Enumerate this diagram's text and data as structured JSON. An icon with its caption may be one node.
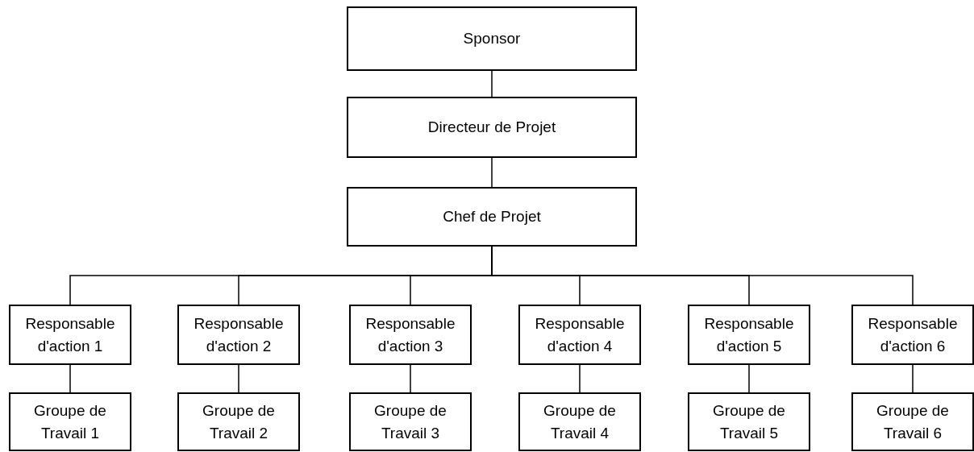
{
  "diagram": {
    "nodes": [
      {
        "text": [
          "Sponsor"
        ]
      },
      {
        "text": [
          "Directeur de Projet"
        ]
      },
      {
        "text": [
          "Chef de Projet"
        ]
      },
      {
        "text": [
          "Responsable d'action 1"
        ]
      },
      {
        "text": [
          "Responsable d'action 2"
        ]
      },
      {
        "text": [
          "Responsable d'action 3"
        ]
      },
      {
        "text": [
          "Responsable d'action 4"
        ]
      },
      {
        "text": [
          "Responsable d'action 5"
        ]
      },
      {
        "text": [
          "Responsable d'action 6"
        ]
      },
      {
        "text": [
          "Groupe de Travail 1"
        ]
      },
      {
        "text": [
          "Groupe de Travail 2"
        ]
      },
      {
        "text": [
          "Groupe de Travail 3"
        ]
      },
      {
        "text": [
          "Groupe de Travail 4"
        ]
      },
      {
        "text": [
          "Groupe de Travail 5"
        ]
      },
      {
        "text": [
          "Groupe de Travail 6"
        ]
      }
    ],
    "edges": [
      {
        "from": 0,
        "to": 1,
        "arrow": "none"
      },
      {
        "from": 1,
        "to": 2,
        "arrow": "none"
      },
      {
        "from": 2,
        "to": 3,
        "arrow": "none"
      },
      {
        "from": 2,
        "to": 4,
        "arrow": "none"
      },
      {
        "from": 2,
        "to": 5,
        "arrow": "none"
      },
      {
        "from": 2,
        "to": 6,
        "arrow": "none"
      },
      {
        "from": 2,
        "to": 7,
        "arrow": "none"
      },
      {
        "from": 2,
        "to": 8,
        "arrow": "none"
      },
      {
        "from": 3,
        "to": 9,
        "arrow": "none"
      },
      {
        "from": 4,
        "to": 10,
        "arrow": "none"
      },
      {
        "from": 5,
        "to": 11,
        "arrow": "none"
      },
      {
        "from": 6,
        "to": 12,
        "arrow": "none"
      },
      {
        "from": 7,
        "to": 13,
        "arrow": "none"
      },
      {
        "from": 8,
        "to": 14,
        "arrow": "none"
      }
    ]
  }
}
